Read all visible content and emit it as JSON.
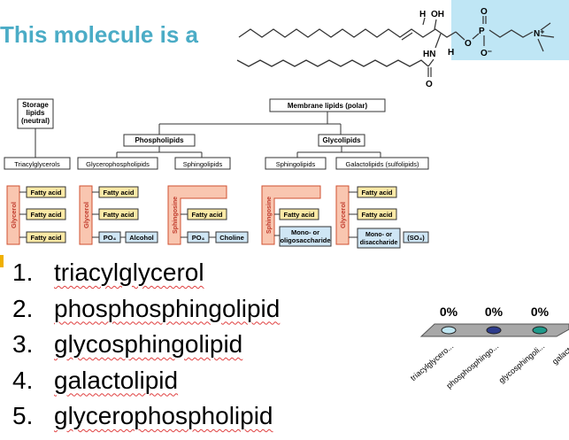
{
  "colors": {
    "title": "#4bacc6",
    "highlight": "#bfe6f5",
    "chain_box": "#f9c6b0",
    "chain_border": "#d05030",
    "fatty_acid": "#fbe9a6",
    "blue_box": "#cfe6f5",
    "tray": "#a8a8a8"
  },
  "title": "This molecule is a",
  "molecule": {
    "h": "H",
    "oh": "OH",
    "hn": "HN",
    "h2": "H",
    "o_ketone": "O",
    "o_ester": "O",
    "p": "P",
    "o_top": "O",
    "o_minus": "O⁻",
    "n_plus": "N⁺"
  },
  "diagram": {
    "storage": [
      "Storage",
      "lipids",
      "(neutral)"
    ],
    "membrane": "Membrane lipids (polar)",
    "phospholipids": "Phospholipids",
    "glycolipids": "Glycolipids",
    "classes": [
      "Triacylglycerols",
      "Glycerophospholipids",
      "Sphingolipids",
      "Sphingolipids",
      "Galactolipids (sulfolipids)"
    ],
    "glycerol": "Glycerol",
    "sphingosine": "Sphingosine",
    "fatty_acid": "Fatty acid",
    "po4": "PO₄",
    "alcohol": "Alcohol",
    "choline": "Choline",
    "mono_oligo": [
      "Mono- or",
      "oligosaccharide"
    ],
    "mono_di": [
      "Mono- or",
      "disaccharide"
    ],
    "so4": "(SO₄)"
  },
  "options": [
    {
      "num": "1.",
      "text": "triacylglycerol"
    },
    {
      "num": "2.",
      "text": "phosphosphingolipid"
    },
    {
      "num": "3.",
      "text": "glycosphingolipid"
    },
    {
      "num": "4.",
      "text": "galactolipid"
    },
    {
      "num": "5.",
      "text": "glycerophospholipid"
    }
  ],
  "poll": {
    "percents": [
      "0%",
      "0%",
      "0%"
    ],
    "labels": [
      "triacylglycero...",
      "phosphosphingo...",
      "glycosphingoli...",
      "galactol"
    ],
    "dot_colors": [
      "#bfe6f2",
      "#2e3c8c",
      "#1f9a8a"
    ]
  }
}
